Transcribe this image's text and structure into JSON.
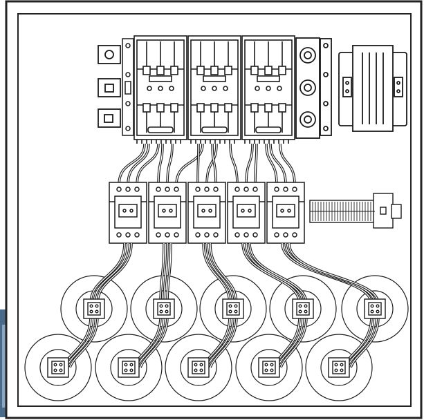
{
  "diagram": {
    "kind": "electrical-panel-line-drawing",
    "components": {
      "lug_terminals": 3,
      "main_breakers": 3,
      "fuse_holders": 3,
      "transformer": 1,
      "contactors": 5,
      "terminal_strip": 1,
      "upper_cable_coils": 5,
      "lower_cable_coils": 5
    },
    "colors": {
      "line": "#1a1a1a",
      "background": "#ffffff",
      "outer_frame": "#222222",
      "edge_photo": "#4a6a8a"
    }
  }
}
